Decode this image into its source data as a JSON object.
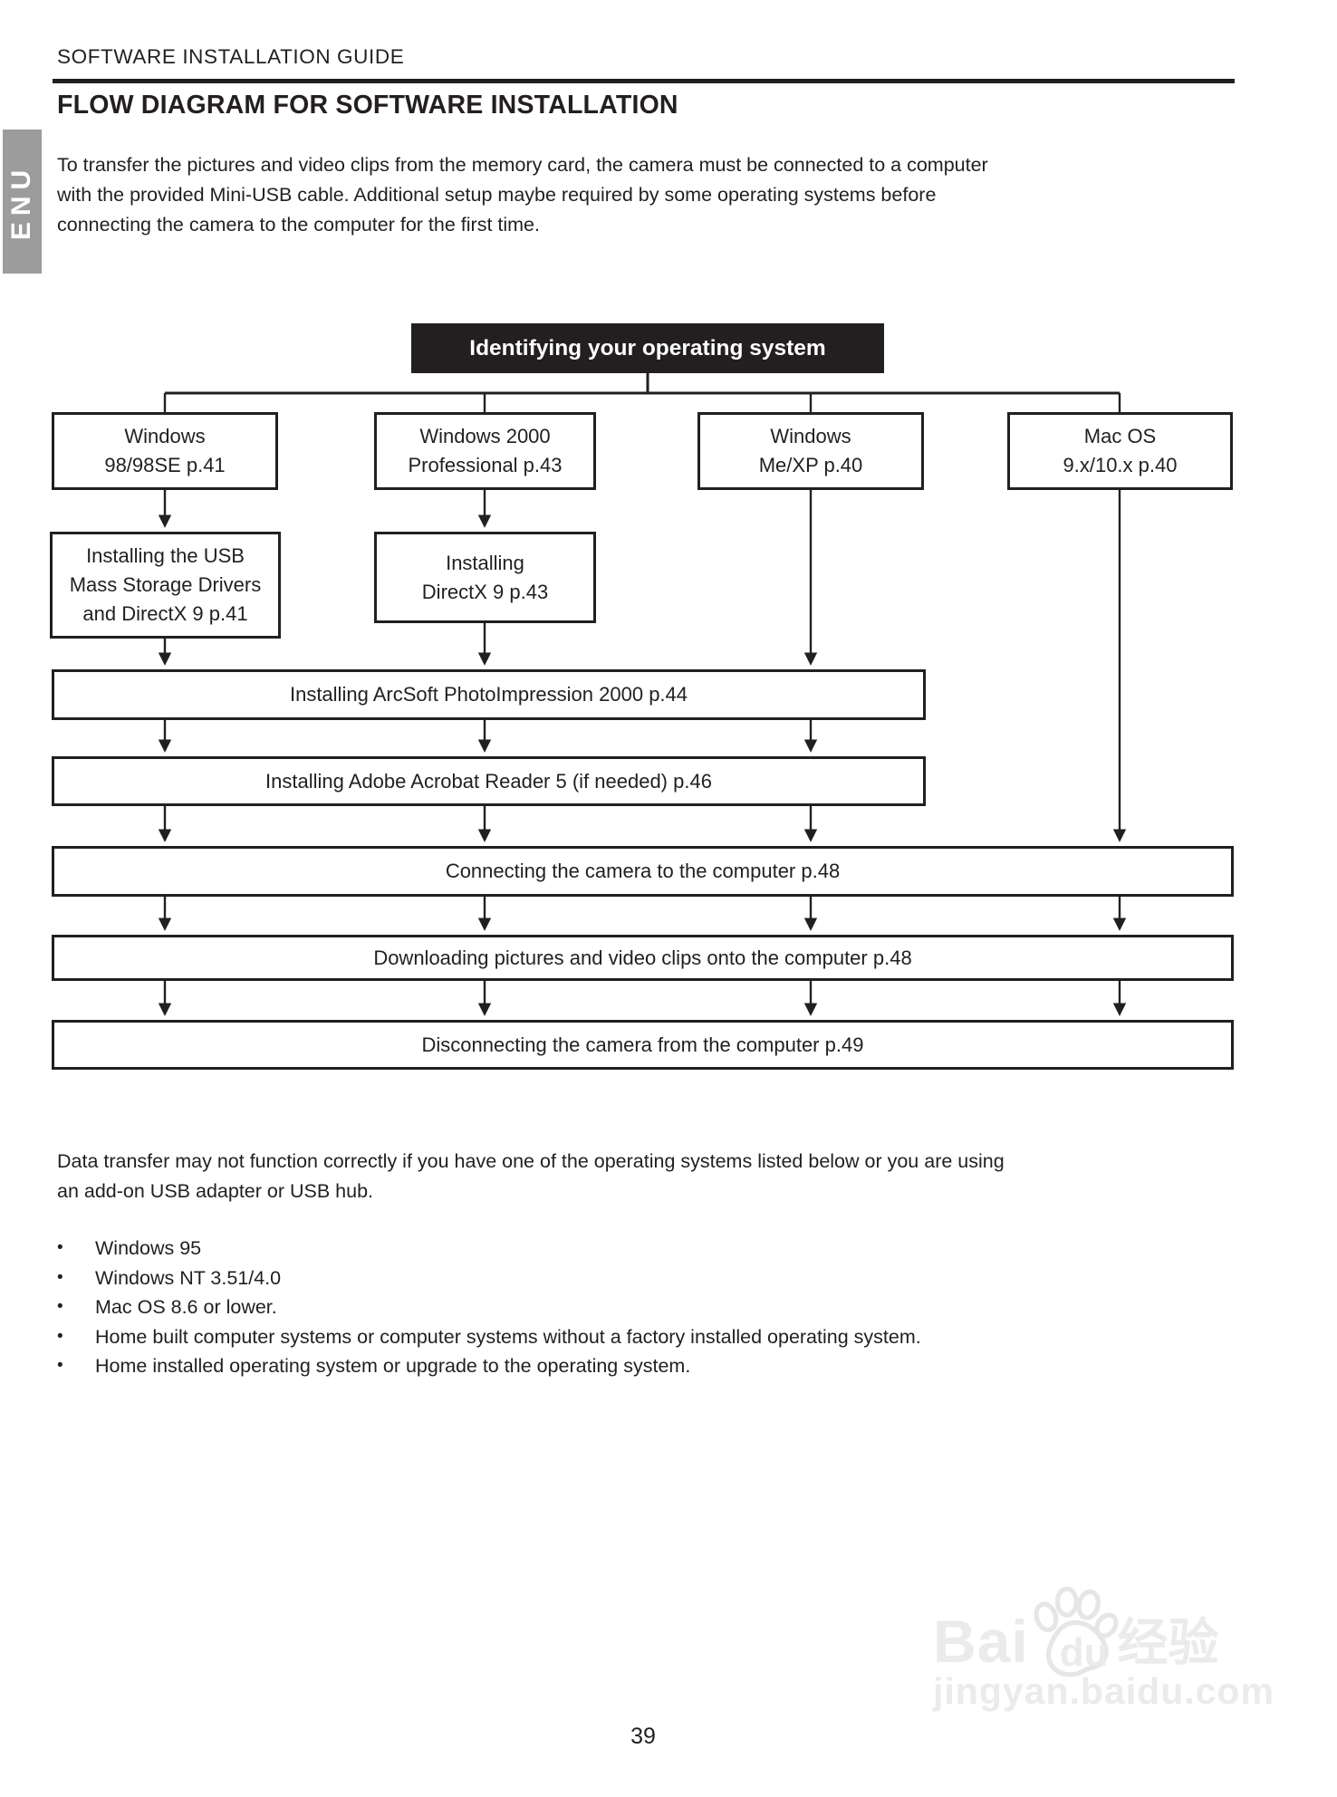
{
  "doc": {
    "header": "SOFTWARE INSTALLATION GUIDE",
    "lang_tab": "ENU",
    "title": "FLOW DIAGRAM FOR SOFTWARE INSTALLATION",
    "intro_lines": [
      "To transfer the pictures and video clips from the memory card, the camera must be connected to a computer",
      "with the provided Mini-USB cable.  Additional setup maybe required by some operating systems before",
      "connecting the camera to the computer for the first time."
    ],
    "page_number": "39"
  },
  "flow": {
    "root_label": "Identifying your operating system",
    "os_boxes": [
      {
        "lines": [
          "Windows",
          "98/98SE p.41"
        ]
      },
      {
        "lines": [
          "Windows 2000",
          "Professional p.43"
        ]
      },
      {
        "lines": [
          "Windows",
          "Me/XP p.40"
        ]
      },
      {
        "lines": [
          "Mac OS",
          "9.x/10.x p.40"
        ]
      }
    ],
    "step_boxes": [
      {
        "lines": [
          "Installing the USB",
          "Mass Storage Drivers",
          "and DirectX 9 p.41"
        ]
      },
      {
        "lines": [
          "Installing",
          "DirectX 9 p.43"
        ]
      }
    ],
    "wide_boxes": [
      "Installing ArcSoft PhotoImpression 2000 p.44",
      "Installing Adobe Acrobat Reader 5 (if needed) p.46",
      "Connecting the camera to the computer p.48",
      "Downloading pictures and video clips onto the computer p.48",
      "Disconnecting the camera from the computer p.49"
    ]
  },
  "notes": {
    "intro_lines": [
      "Data transfer may not function correctly if you have one of the operating systems listed below or you are using",
      "an add-on USB adapter or USB hub."
    ],
    "bullet_char": "•",
    "bullets": [
      "Windows 95",
      "Windows NT 3.51/4.0",
      "Mac OS 8.6 or lower.",
      "Home built computer systems or computer systems without a factory installed operating system.",
      "Home installed operating system or upgrade to the operating system."
    ]
  },
  "watermark": {
    "brand": "Bai",
    "brand_suffix": "du",
    "cjk": "经验",
    "url": "jingyan.baidu.com"
  },
  "colors": {
    "ink": "#231f20",
    "title_box_bg": "#231f20",
    "box_border": "#231f20",
    "lang_tab_bg": "#9c9c9c",
    "watermark": "#eceaea"
  }
}
